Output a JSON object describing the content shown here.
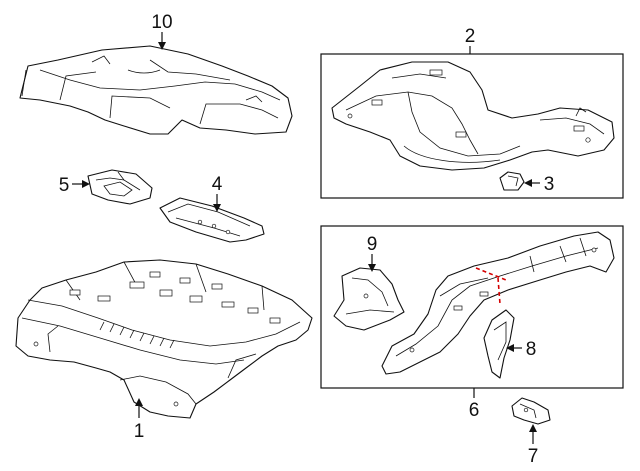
{
  "callouts": {
    "c1": "1",
    "c2": "2",
    "c3": "3",
    "c4": "4",
    "c5": "5",
    "c6": "6",
    "c7": "7",
    "c8": "8",
    "c9": "9",
    "c10": "10"
  },
  "colors": {
    "line": "#111111",
    "background": "#ffffff",
    "cut_line": "#d40000"
  }
}
